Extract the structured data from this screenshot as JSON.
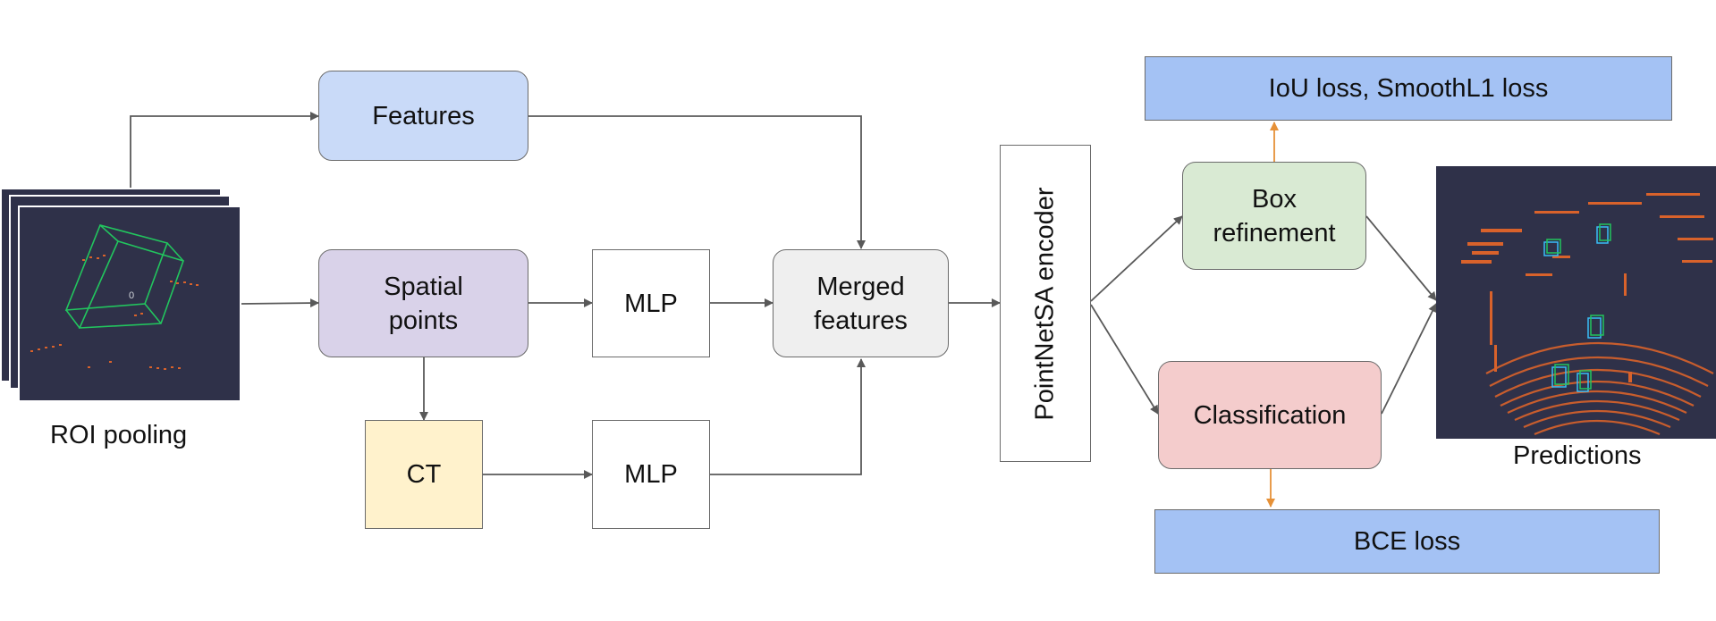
{
  "nodes": {
    "features": "Features",
    "spatial_points": "Spatial\npoints",
    "mlp_top": "MLP",
    "mlp_bottom": "MLP",
    "ct": "CT",
    "merged_features": "Merged\nfeatures",
    "encoder": "PointNetSA encoder",
    "box_refinement": "Box\nrefinement",
    "classification": "Classification",
    "iou_loss": "IoU loss, SmoothL1 loss",
    "bce_loss": "BCE loss"
  },
  "captions": {
    "roi_pooling": "ROI pooling",
    "predictions": "Predictions",
    "roi_box_index": "0"
  },
  "colors": {
    "features": "#c9daf8",
    "spatial_points": "#d9d2e9",
    "ct": "#fff2cc",
    "merged_features": "#efefef",
    "box_refinement": "#d9ead3",
    "classification": "#f4cccc",
    "loss": "#a4c2f4",
    "arrow": "#595959",
    "loss_arrow": "#e69138",
    "point_cloud_bg": "#2f3149",
    "points": "#d9622b",
    "box_green": "#22c55e",
    "box_cyan": "#38bdf8"
  }
}
